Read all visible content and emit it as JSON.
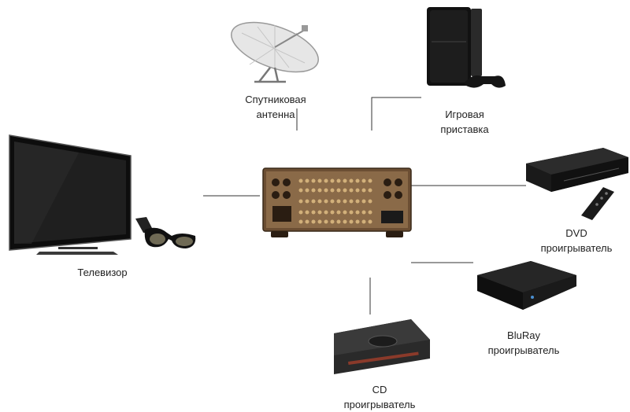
{
  "labels": {
    "satellite_line1": "Спутниковая",
    "satellite_line2": "антенна",
    "console_line1": "Игровая",
    "console_line2": "приставка",
    "tv": "Телевизор",
    "dvd_line1": "DVD",
    "dvd_line2": "проигрыватель",
    "bluray_line1": "BluRay",
    "bluray_line2": "проигрыватель",
    "cd_line1": "CD",
    "cd_line2": "проигрыватель"
  },
  "icons": [
    "satellite-dish-icon",
    "game-console-icon",
    "tv-icon",
    "3d-glasses-icon",
    "dvd-player-icon",
    "remote-control-icon",
    "bluray-player-icon",
    "cd-player-icon",
    "av-receiver-icon"
  ],
  "colors": {
    "line": "#333333",
    "receiver": "#7a5a3a",
    "device_dark": "#1a1a1a"
  }
}
